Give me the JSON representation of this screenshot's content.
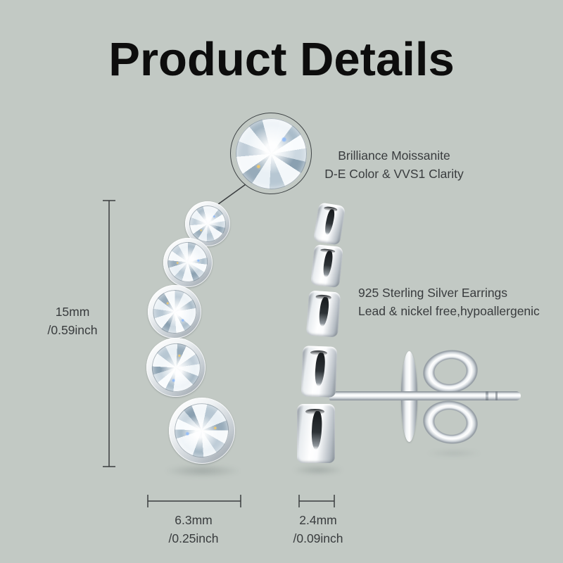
{
  "page": {
    "title": "Product Details",
    "background_color": "#c2c9c4",
    "text_color": "#393c3e",
    "title_color": "#0d0d0d",
    "line_color": "#3a3d3f",
    "metal_color": "#d9dee2"
  },
  "callout": {
    "icon": "zoom-circle",
    "line1": "Brilliance Moissanite",
    "line2": "D-E Color & VVS1 Clarity"
  },
  "material": {
    "line1": "925 Sterling Silver Earrings",
    "line2": "Lead & nickel free,hypoallergenic"
  },
  "dimensions": {
    "height": {
      "mm": "15mm",
      "inch": "/0.59inch"
    },
    "width": {
      "mm": "6.3mm",
      "inch": "/0.25inch"
    },
    "post": {
      "mm": "2.4mm",
      "inch": "/0.09inch"
    }
  },
  "product": {
    "front_view": "earring with five graduated bezel-set round moissanite stones",
    "side_view": "earring profile with stud post and butterfly back"
  }
}
